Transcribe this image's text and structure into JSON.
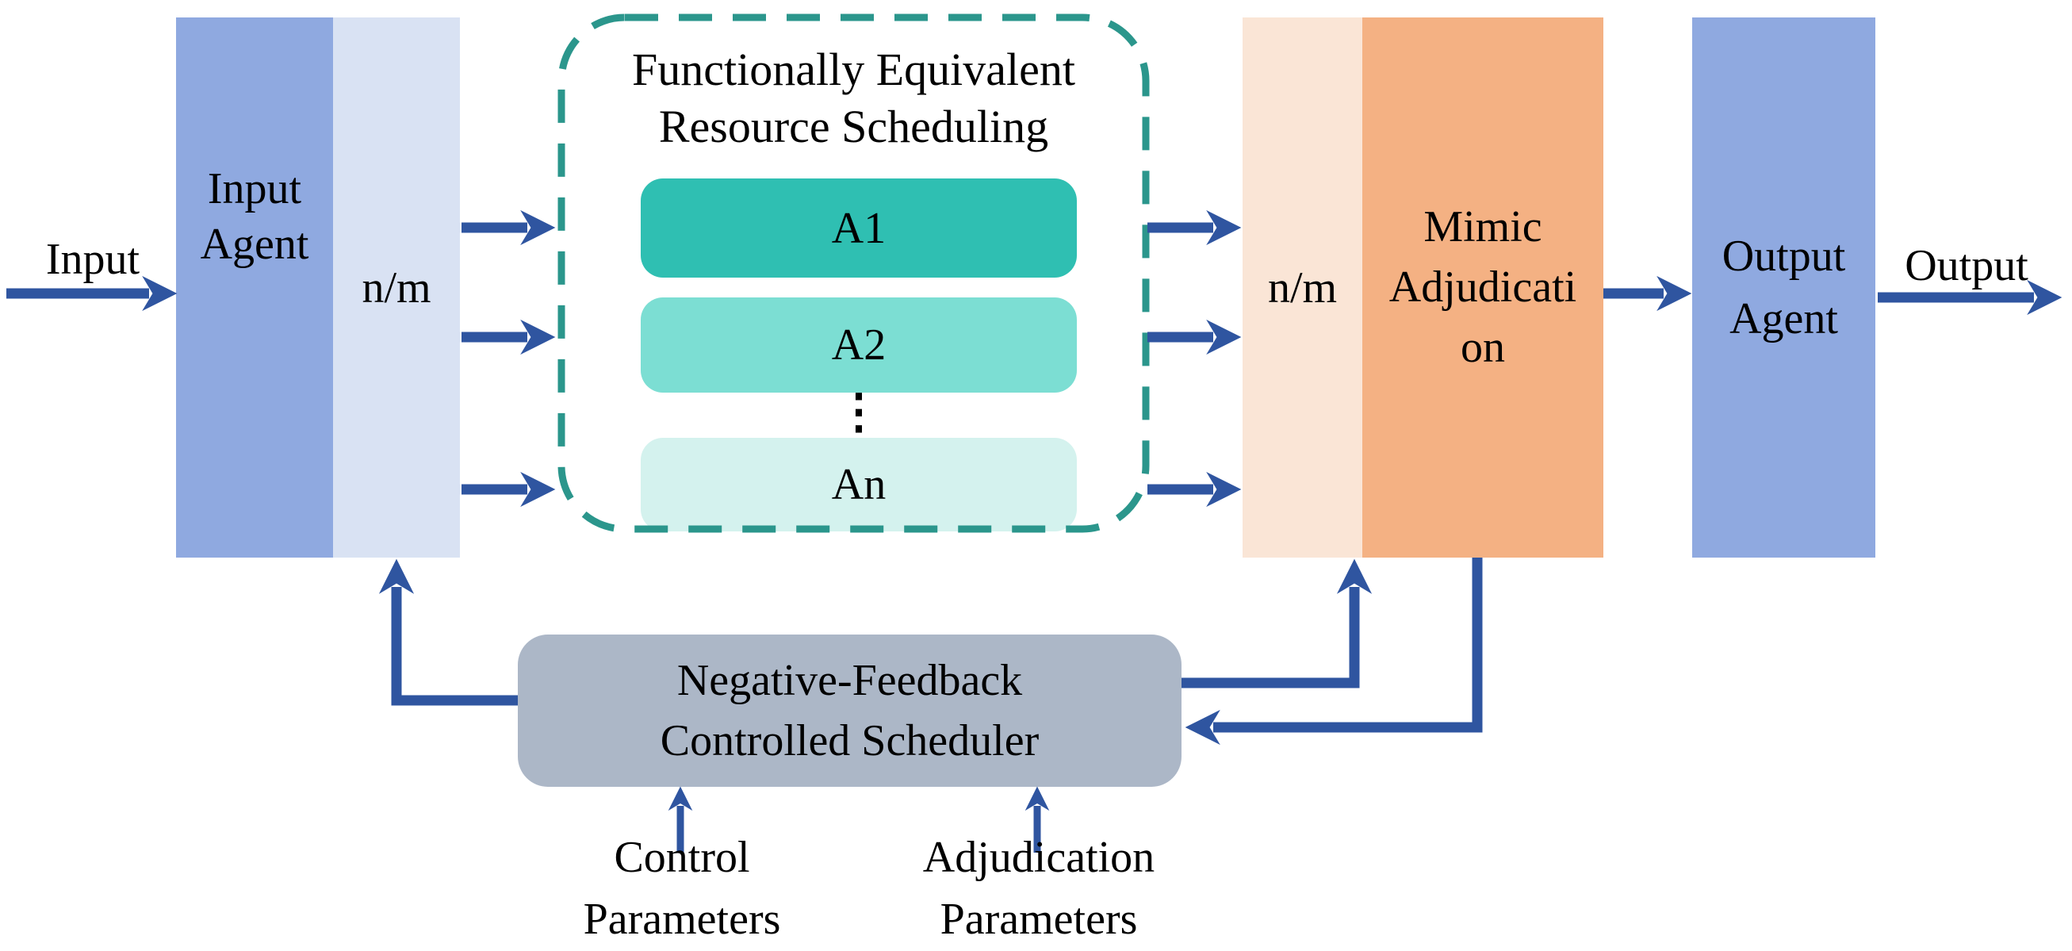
{
  "colors": {
    "agent_blue": "#8FA9E0",
    "nm_blue": "#D9E2F3",
    "nm_orange": "#FAE5D6",
    "mimic_orange": "#F4B183",
    "a1_teal": "#2FBFB2",
    "a2_teal": "#7CDED3",
    "an_teal": "#D4F2EE",
    "scheduler_gray": "#ACB7C7",
    "arrow_blue": "#2F55A0",
    "dashed_teal": "#2B968C",
    "text_black": "#000000"
  },
  "labels": {
    "input": "Input",
    "output": "Output",
    "input_agent": [
      "Input",
      "Agent"
    ],
    "input_nm": "n/m",
    "fers_title": [
      "Functionally Equivalent",
      "Resource Scheduling"
    ],
    "executors": [
      {
        "label": "A1"
      },
      {
        "label": "A2"
      },
      {
        "label": "An"
      }
    ],
    "ellipsis": "⋮",
    "adjudication_nm": "n/m",
    "mimic_adjudication": [
      "Mimic",
      "Adjudicati",
      "on"
    ],
    "output_agent": [
      "Output",
      "Agent"
    ],
    "scheduler": [
      "Negative-Feedback",
      "Controlled Scheduler"
    ],
    "control_params": [
      "Control",
      "Parameters"
    ],
    "adjudication_params": [
      "Adjudication",
      "Parameters"
    ]
  }
}
